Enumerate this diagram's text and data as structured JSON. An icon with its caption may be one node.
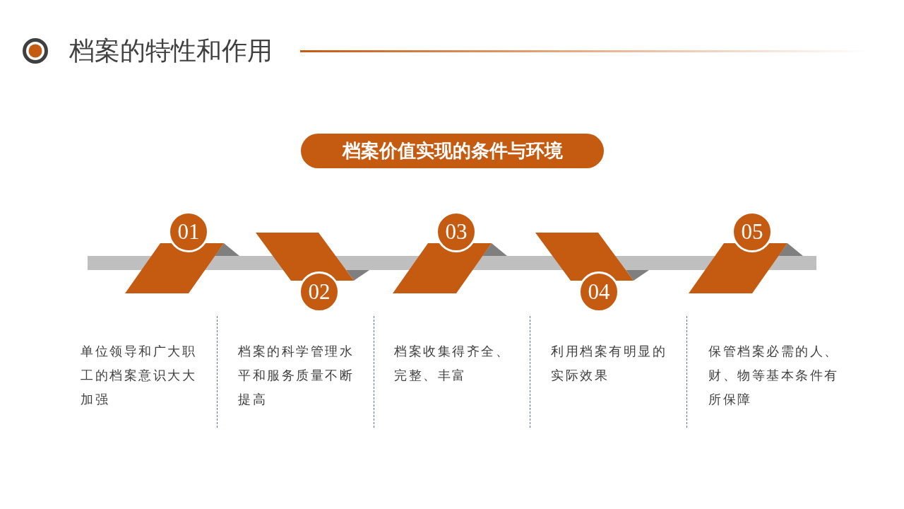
{
  "diagram": {
    "title": "档案的特性和作用",
    "nodes": [
      {
        "text": [
          "档案价值实现的条件与环境"
        ]
      },
      {
        "text": [
          "01"
        ]
      },
      {
        "text": [
          "02"
        ]
      },
      {
        "text": [
          "03"
        ]
      },
      {
        "text": [
          "04"
        ]
      },
      {
        "text": [
          "05"
        ]
      }
    ],
    "labels": [
      "单位领导和广大职工的档案意识大大加强",
      "档案的科学管理水平和服务质量不断提高",
      "档案收集得齐全、完整、丰富",
      "利用档案有明显的实际效果",
      "保管档案必需的人、财、物等基本条件有所保障"
    ]
  }
}
